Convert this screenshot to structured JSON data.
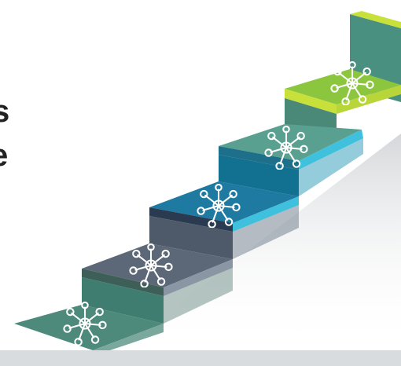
{
  "text_fragments": [
    {
      "text": "s"
    },
    {
      "text": "e"
    }
  ],
  "steps": [
    {
      "name": "step-1",
      "color": "#4e8a7c"
    },
    {
      "name": "step-2",
      "color": "#5c6878"
    },
    {
      "name": "step-3",
      "color": "#1e7aa0"
    },
    {
      "name": "step-4",
      "color": "#5aa090"
    },
    {
      "name": "step-5",
      "color": "#8cc63f"
    }
  ],
  "icon": "network-node-icon",
  "accent_colors": {
    "lime": "#c8e03a",
    "cyan": "#3fc0dc",
    "bottom_band": "#d9dcdf"
  }
}
